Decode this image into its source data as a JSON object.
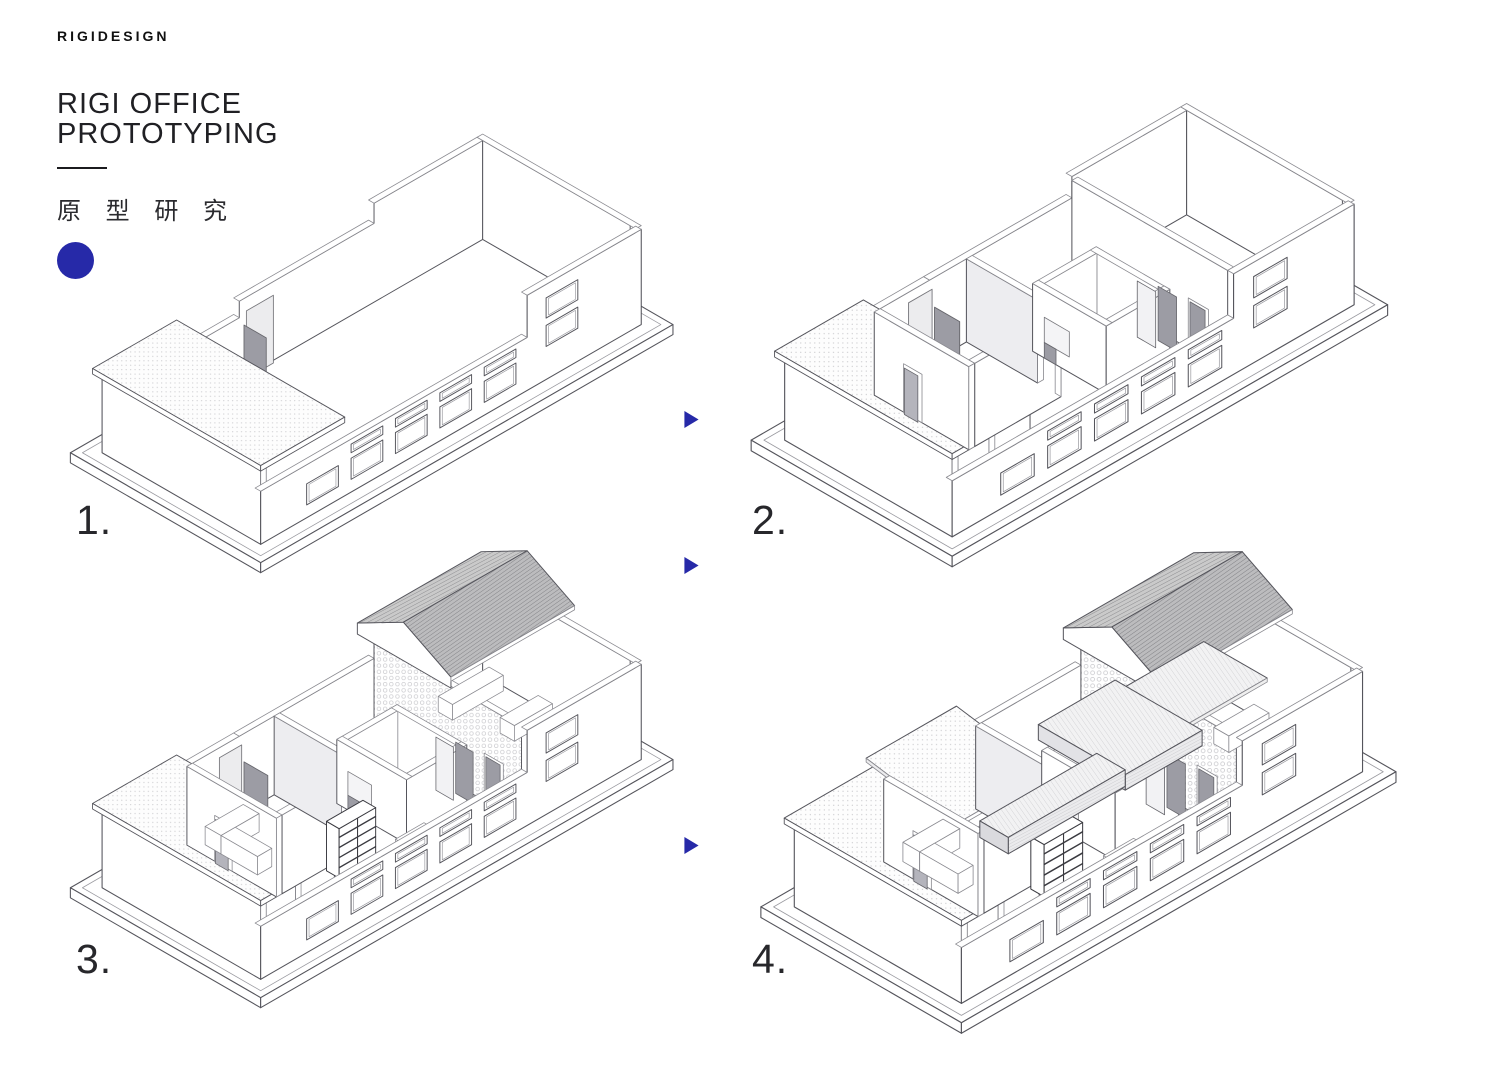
{
  "brand": {
    "logo_text": "RIGIDESIGN"
  },
  "header": {
    "title_line1": "RIGI OFFICE",
    "title_line2": "PROTOTYPING",
    "subtitle_cn": "原 型 研 究"
  },
  "figures": [
    {
      "id": "stage-1",
      "label": "1."
    },
    {
      "id": "stage-2",
      "label": "2."
    },
    {
      "id": "stage-3",
      "label": "3."
    },
    {
      "id": "stage-4",
      "label": "4."
    }
  ],
  "colors": {
    "accent_blue": "#2629a8",
    "ink": "#55555c",
    "line_mid": "#8a8a90",
    "line_light": "#9a9aa0",
    "door_dark": "#9c9ca4",
    "door_mid": "#b4b4bc",
    "panel_light": "#ececee",
    "roof_gray": "#c6c6c8"
  }
}
